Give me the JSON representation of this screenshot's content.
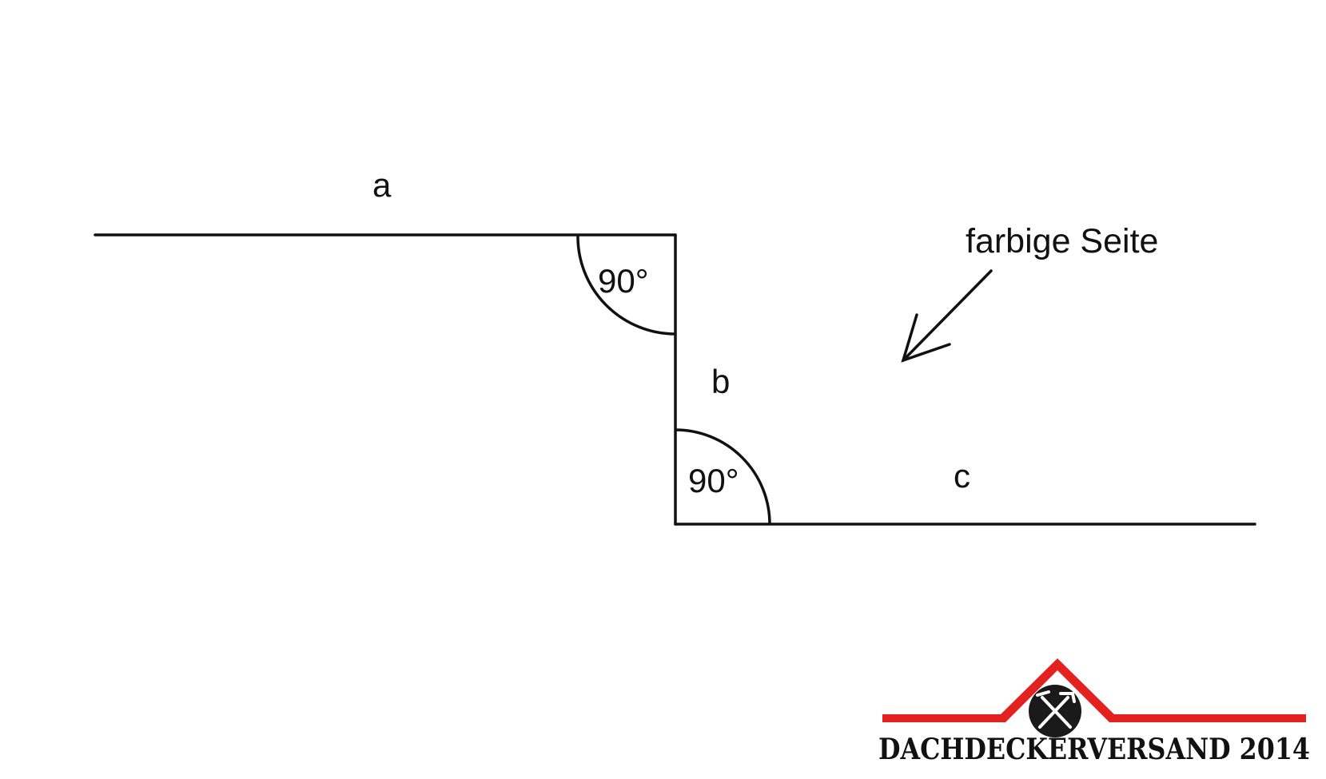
{
  "diagram": {
    "labels": {
      "side_a": "a",
      "side_b": "b",
      "side_c": "c",
      "angle_top": "90°",
      "angle_bottom": "90°",
      "note": "farbige Seite"
    }
  },
  "logo": {
    "text": "DACHDECKERVERSAND 2014",
    "roof_color": "#e3211f",
    "emblem": "hammer-and-axe-icon"
  },
  "colors": {
    "line": "#111111",
    "background": "#ffffff",
    "accent": "#e3211f"
  }
}
